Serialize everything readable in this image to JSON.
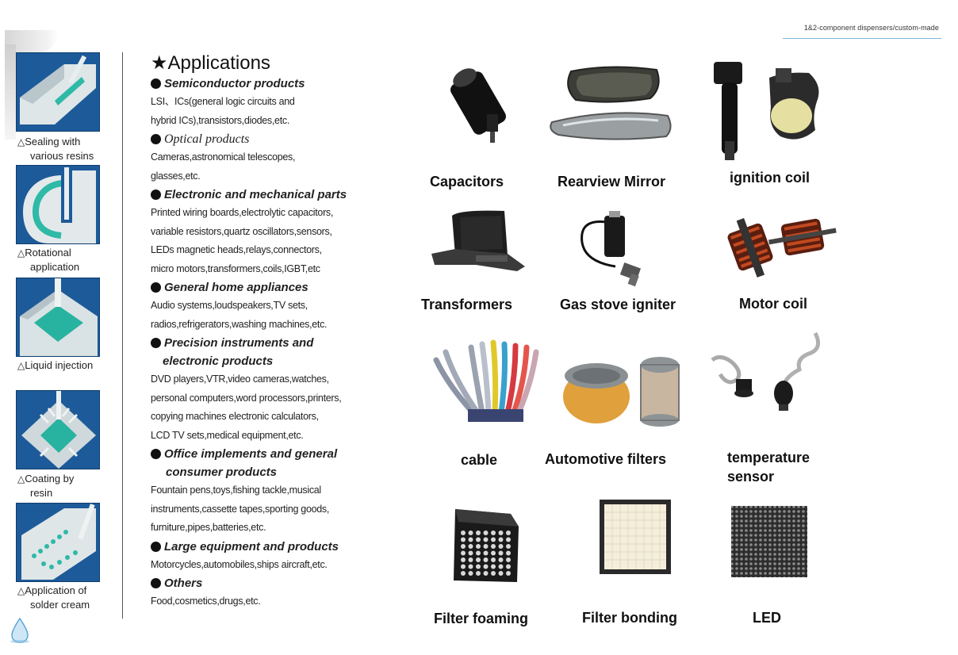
{
  "header": {
    "tag": "1&2-component dispensers/custom-made"
  },
  "processes": [
    {
      "line1": "Sealing with",
      "line2": "various resins"
    },
    {
      "line1": "Rotational",
      "line2": "application"
    },
    {
      "line1": "Liquid injection",
      "line2": ""
    },
    {
      "line1": "Coating by",
      "line2": "resin"
    },
    {
      "line1": "Application of",
      "line2": "solder cream"
    }
  ],
  "applications": {
    "title": "Applications",
    "sections": [
      {
        "heading": "Semiconductor products",
        "lines": [
          "LSI、ICs(general logic circuits and",
          "hybrid ICs),transistors,diodes,etc."
        ]
      },
      {
        "heading": "Optical products",
        "lines": [
          "Cameras,astronomical telescopes,",
          "glasses,etc."
        ]
      },
      {
        "heading": "Electronic and mechanical parts",
        "lines": [
          "Printed wiring boards,electrolytic capacitors,",
          "variable resistors,quartz oscillators,sensors,",
          "LEDs magnetic heads,relays,connectors,",
          "micro motors,transformers,coils,IGBT,etc"
        ]
      },
      {
        "heading": "General home appliances",
        "lines": [
          "Audio systems,loudspeakers,TV sets,",
          "radios,refrigerators,washing machines,etc."
        ]
      },
      {
        "heading": "Precision instruments and",
        "heading2": "electronic products",
        "lines": [
          "DVD players,VTR,video cameras,watches,",
          "personal computers,word processors,printers,",
          "copying machines electronic calculators,",
          "LCD TV sets,medical equipment,etc."
        ]
      },
      {
        "heading": "Office implements and general",
        "heading2": "consumer products",
        "lines": [
          "Fountain pens,toys,fishing tackle,musical",
          "instruments,cassette tapes,sporting goods,",
          "furniture,pipes,batteries,etc."
        ]
      },
      {
        "heading": "Large equipment and products",
        "lines": [
          "Motorcycles,automobiles,ships aircraft,etc."
        ]
      },
      {
        "heading": "Others",
        "lines": [
          "Food,cosmetics,drugs,etc."
        ]
      }
    ]
  },
  "products": [
    {
      "label": "Capacitors",
      "icon": "capacitor-photo"
    },
    {
      "label": "Rearview Mirror",
      "icon": "rearview-mirror-photo"
    },
    {
      "label": "ignition coil",
      "icon": "ignition-coil-photo"
    },
    {
      "label": "Transformers",
      "icon": "transformer-photo"
    },
    {
      "label": "Gas stove igniter",
      "icon": "gas-stove-igniter-photo"
    },
    {
      "label": "Motor coil",
      "icon": "motor-coil-photo"
    },
    {
      "label": "cable",
      "icon": "cable-photo"
    },
    {
      "label": "Automotive filters",
      "icon": "automotive-filter-photo"
    },
    {
      "label": "temperature",
      "label2": "sensor",
      "icon": "temperature-sensor-photo"
    },
    {
      "label": "Filter foaming",
      "icon": "filter-foaming-photo"
    },
    {
      "label": "Filter bonding",
      "icon": "filter-bonding-photo"
    },
    {
      "label": "LED",
      "icon": "led-panel-photo"
    }
  ]
}
